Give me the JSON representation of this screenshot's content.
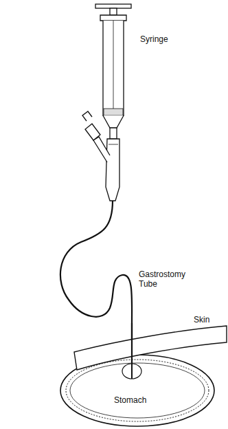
{
  "diagram": {
    "labels": [
      "Syringe",
      "Gastrostomy Tube",
      "Skin",
      "Stomach"
    ]
  }
}
